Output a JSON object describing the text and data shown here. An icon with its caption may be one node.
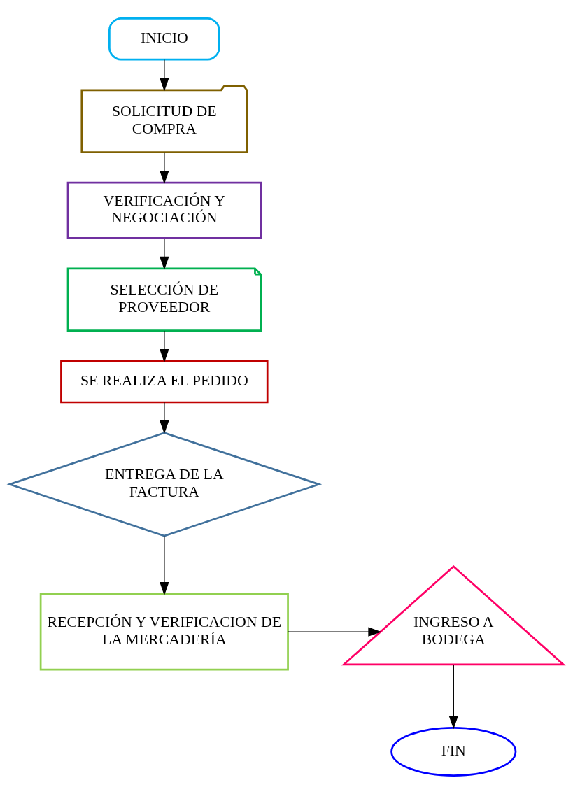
{
  "diagram": {
    "nodes": [
      {
        "text": [
          "INICIO"
        ]
      },
      {
        "text": [
          "SOLICITUD DE COMPRA"
        ]
      },
      {
        "text": [
          "VERIFICACIÓN Y NEGOCIACIÓN"
        ]
      },
      {
        "text": [
          "SELECCIÓN DE PROVEEDOR"
        ]
      },
      {
        "text": [
          "SE REALIZA EL PEDIDO"
        ]
      },
      {
        "text": [
          "ENTREGA DE LA FACTURA"
        ]
      },
      {
        "text": [
          "RECEPCIÓN Y VERIFICACION DE LA MERCADERÍA"
        ]
      },
      {
        "text": [
          "INGRESO A BODEGA"
        ]
      },
      {
        "text": [
          "FIN"
        ]
      }
    ],
    "edges": [
      {
        "from": 0,
        "to": 1,
        "arrow": "to"
      },
      {
        "from": 1,
        "to": 2,
        "arrow": "to"
      },
      {
        "from": 2,
        "to": 3,
        "arrow": "to"
      },
      {
        "from": 3,
        "to": 4,
        "arrow": "to"
      },
      {
        "from": 4,
        "to": 5,
        "arrow": "to"
      },
      {
        "from": 5,
        "to": 6,
        "arrow": "to"
      },
      {
        "from": 6,
        "to": 7,
        "arrow": "to"
      },
      {
        "from": 7,
        "to": 8,
        "arrow": "to"
      }
    ]
  }
}
